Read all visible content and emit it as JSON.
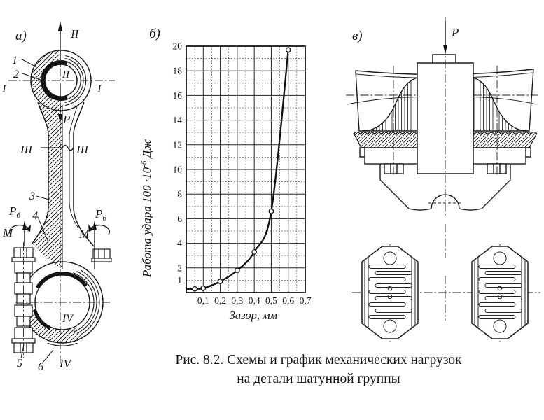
{
  "figure": {
    "caption_line1": "Рис. 8.2. Схемы и график механических нагрузок",
    "caption_line2": "на детали шатунной группы"
  },
  "panel_a": {
    "label": "а)",
    "labels": {
      "axis_top": "II",
      "axis_center": "II",
      "section_I_left": "I",
      "section_I_right": "I",
      "part_1": "1",
      "part_2": "2",
      "part_3": "3",
      "part_4": "4",
      "part_5": "5",
      "part_6": "6",
      "section_III_left": "III",
      "section_III_right": "III",
      "section_IV_inner": "IV",
      "section_IV_bottom": "IV",
      "force_P": "P",
      "force_Pb_main": "P",
      "force_Pb_sub": "б",
      "moment_M": "M"
    }
  },
  "panel_b": {
    "label": "б)"
  },
  "panel_v": {
    "label": "в)",
    "force_P": "P"
  },
  "chart_data": {
    "type": "line",
    "title": "",
    "xlabel": "Зазор, мм",
    "ylabel": "Работа удара 100·10⁻⁶ Дж",
    "ylabel_parts": {
      "main": "Работа удара 100 ·10",
      "sup": "-6",
      "unit": " Дж"
    },
    "x": [
      0.05,
      0.1,
      0.2,
      0.3,
      0.4,
      0.5,
      0.6
    ],
    "y": [
      0.3,
      0.35,
      0.9,
      1.8,
      3.3,
      6.6,
      19.7
    ],
    "curve_start": [
      0,
      0.27
    ],
    "xlim": [
      0,
      0.7
    ],
    "ylim": [
      0,
      20
    ],
    "x_tick_labels": [
      "0,1",
      "0,2",
      "0,3",
      "0,4",
      "0,5",
      "0,6",
      "0,7"
    ],
    "y_tick_values": [
      1,
      2,
      4,
      6,
      8,
      10,
      12,
      14,
      16,
      18,
      20
    ],
    "grid": "major solid, minor dashed (0.05 mm and odd J steps)",
    "legend": null,
    "marker": "open-circle"
  },
  "colors": {
    "ink": "#1c1c1c",
    "paper": "#ffffff"
  }
}
